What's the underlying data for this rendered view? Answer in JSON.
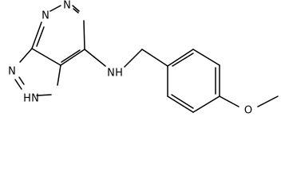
{
  "atom_labels": {
    "n1": "N",
    "n3": "N",
    "n_amine": "N",
    "h_amine": "H",
    "n_imidazole": "N",
    "n_h_imidazole": "N",
    "h_imidazole": "H",
    "o_methoxy": "O"
  }
}
